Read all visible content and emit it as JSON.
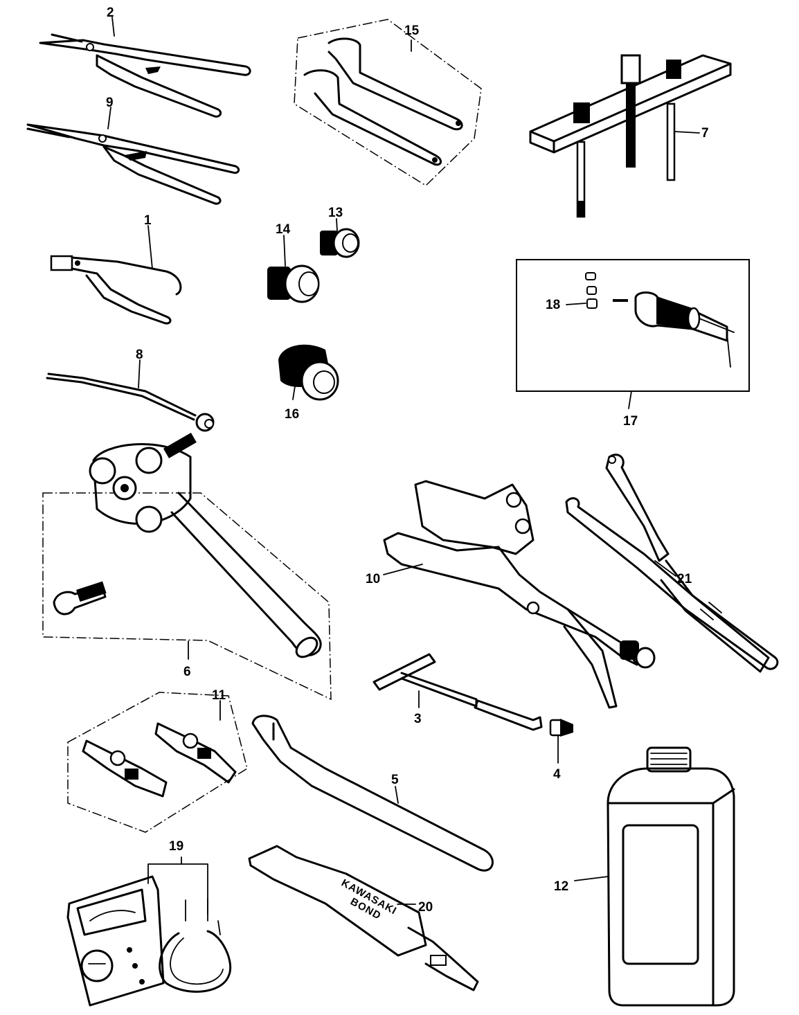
{
  "callouts": {
    "c1": "1",
    "c2": "2",
    "c3": "3",
    "c4": "4",
    "c5": "5",
    "c6": "6",
    "c7": "7",
    "c8": "8",
    "c9": "9",
    "c10": "10",
    "c11": "11",
    "c12": "12",
    "c13": "13",
    "c14": "14",
    "c15": "15",
    "c16": "16",
    "c17": "17",
    "c18": "18",
    "c19": "19",
    "c20": "20",
    "c21": "21"
  },
  "tube_label": {
    "line1": "KAWASAKI",
    "line2": "BOND"
  },
  "palette": {
    "ink": "#000000",
    "paper": "#ffffff"
  }
}
